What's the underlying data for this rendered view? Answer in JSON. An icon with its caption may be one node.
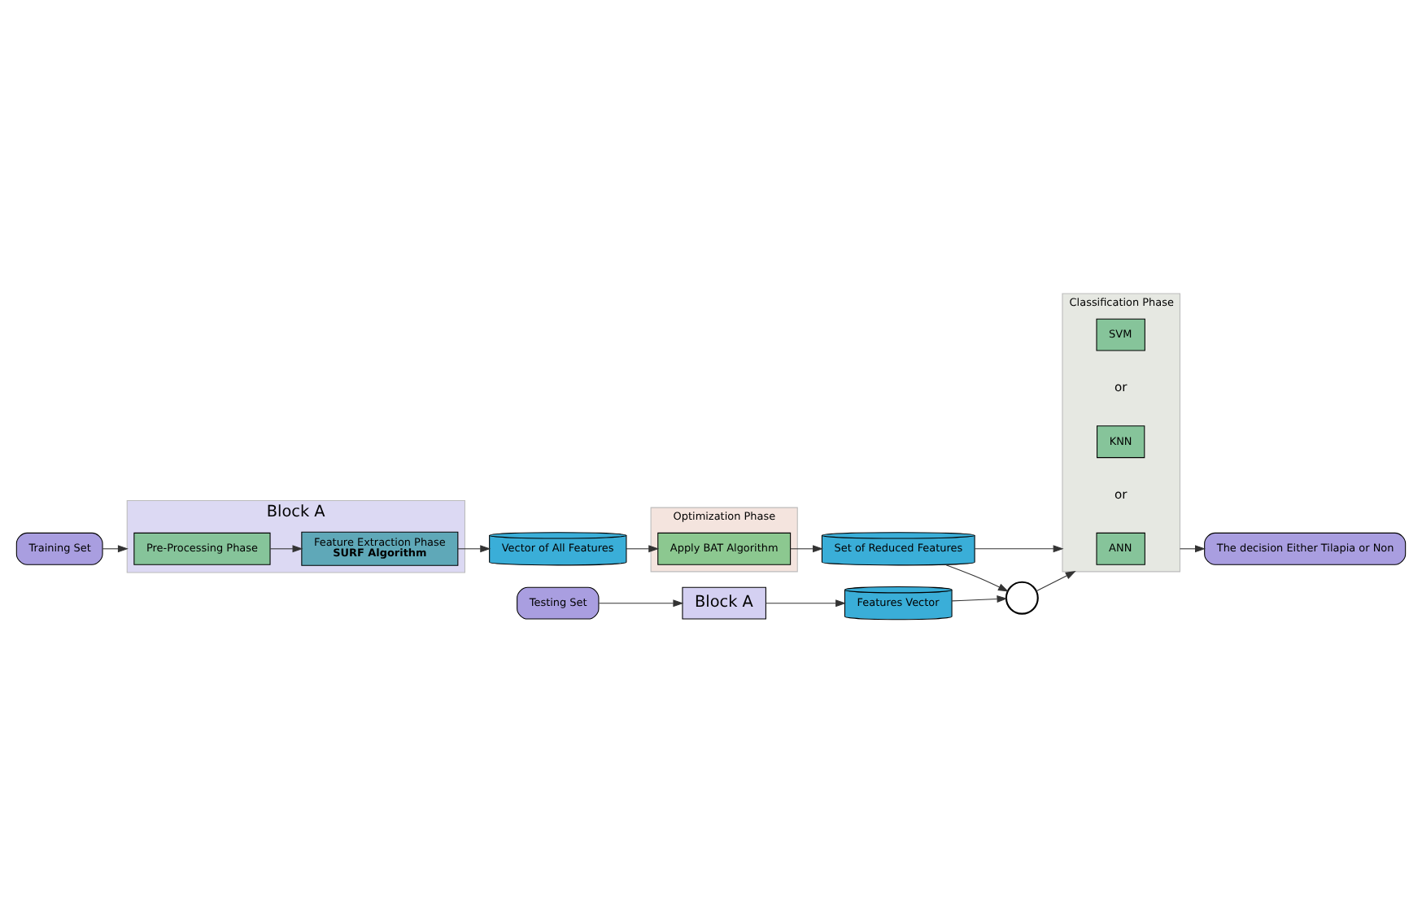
{
  "diagram": {
    "nodes": [
      {
        "text": [
          "Training Set"
        ]
      },
      {
        "text": [
          "Block A"
        ]
      },
      {
        "text": [
          "Pre-Processing Phase"
        ],
        "in": 1
      },
      {
        "text": [
          "Feature Extraction Phase",
          "SURF Algorithm"
        ],
        "in": 1
      },
      {
        "text": [
          "Vector of All Features"
        ]
      },
      {
        "text": [
          "Optimization Phase"
        ]
      },
      {
        "text": [
          "Apply BAT Algorithm"
        ],
        "in": 5
      },
      {
        "text": [
          "Set of Reduced Features"
        ]
      },
      {
        "text": [
          "Testing Set"
        ]
      },
      {
        "text": [
          "Block A"
        ]
      },
      {
        "text": [
          "Features Vector"
        ]
      },
      {
        "text": [],
        "shape": "circle"
      },
      {
        "text": [
          "Classification Phase"
        ]
      },
      {
        "text": [
          "ANN"
        ],
        "in": 12
      },
      {
        "text": [
          "KNN"
        ],
        "in": 12
      },
      {
        "text": [
          "SVM"
        ],
        "in": 12
      },
      {
        "text": [
          "The decision Either Tilapia or Non"
        ]
      }
    ],
    "edges": [
      {
        "from": 0,
        "to": 1,
        "arrow": "to"
      },
      {
        "from": 2,
        "to": 3,
        "arrow": "to"
      },
      {
        "from": 3,
        "to": 4,
        "arrow": "to"
      },
      {
        "from": 4,
        "to": 6,
        "arrow": "to"
      },
      {
        "from": 6,
        "to": 7,
        "arrow": "to"
      },
      {
        "from": 7,
        "to": 11,
        "arrow": "to"
      },
      {
        "from": 7,
        "to": 12,
        "arrow": "to"
      },
      {
        "from": 8,
        "to": 9,
        "arrow": "to"
      },
      {
        "from": 9,
        "to": 10,
        "arrow": "to"
      },
      {
        "from": 10,
        "to": 11,
        "arrow": "to"
      },
      {
        "from": 11,
        "to": 12,
        "arrow": "to"
      },
      {
        "from": 12,
        "to": 16,
        "arrow": "to"
      }
    ],
    "labels": [
      "or",
      "or"
    ]
  }
}
